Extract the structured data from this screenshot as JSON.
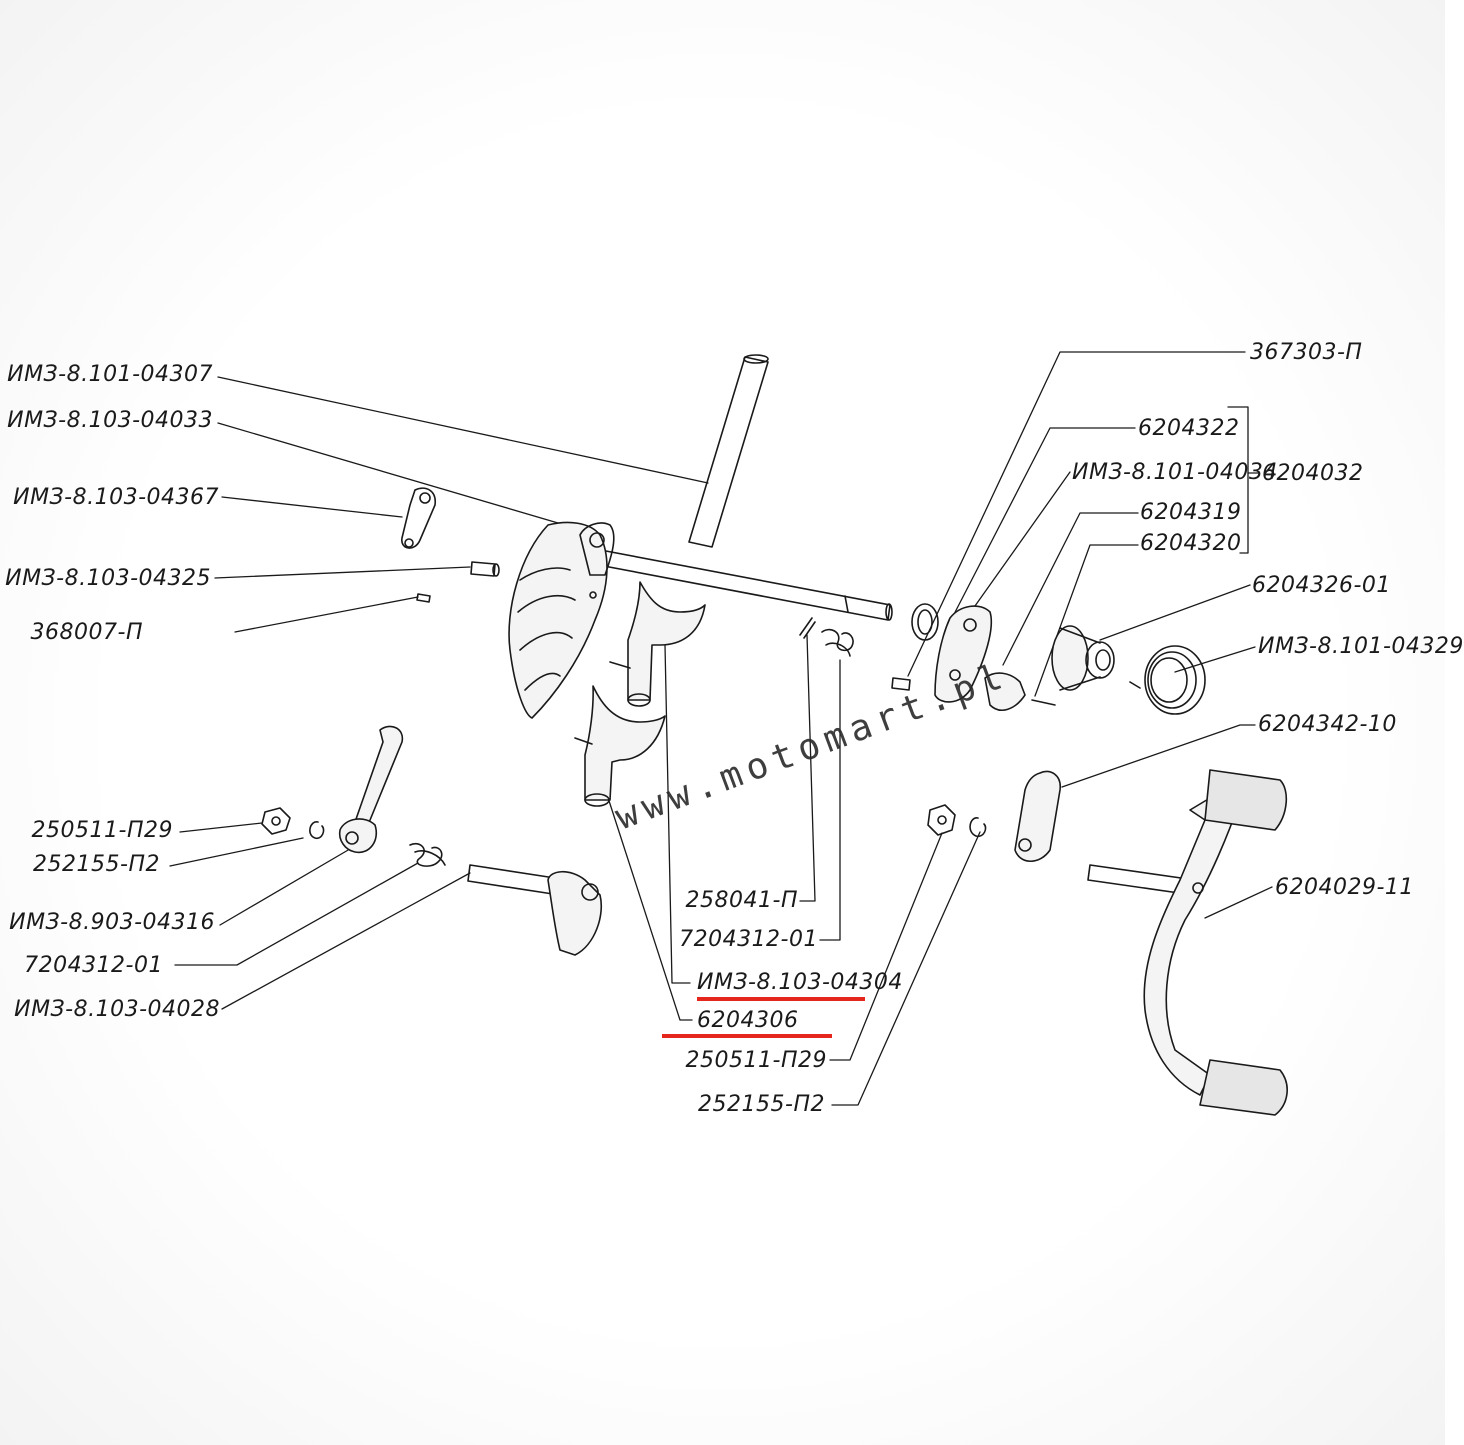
{
  "watermark": "www.motomart.pl",
  "highlight_color": "#e5261c",
  "labels": {
    "l1": "ИМЗ-8.101-04307",
    "l2": "ИМЗ-8.103-04033",
    "l3": "ИМЗ-8.103-04367",
    "l4": "ИМЗ-8.103-04325",
    "l5": "368007-П",
    "l6": "250511-П29",
    "l7": "252155-П2",
    "l8": "ИМЗ-8.903-04316",
    "l9": "7204312-01",
    "l10": "ИМЗ-8.103-04028",
    "r1": "367303-П",
    "r2": "6204322",
    "r3": "ИМЗ-8.101-04034",
    "r4": "6204319",
    "r5": "6204320",
    "r6": "6204032",
    "r7": "6204326-01",
    "r8": "ИМЗ-8.101-04329",
    "r9": "6204342-10",
    "r10": "6204029-11",
    "c1": "258041-П",
    "c2": "7204312-01",
    "c3": "ИМЗ-8.103-04304",
    "c4": "6204306",
    "c5": "250511-П29",
    "c6": "252155-П2"
  }
}
